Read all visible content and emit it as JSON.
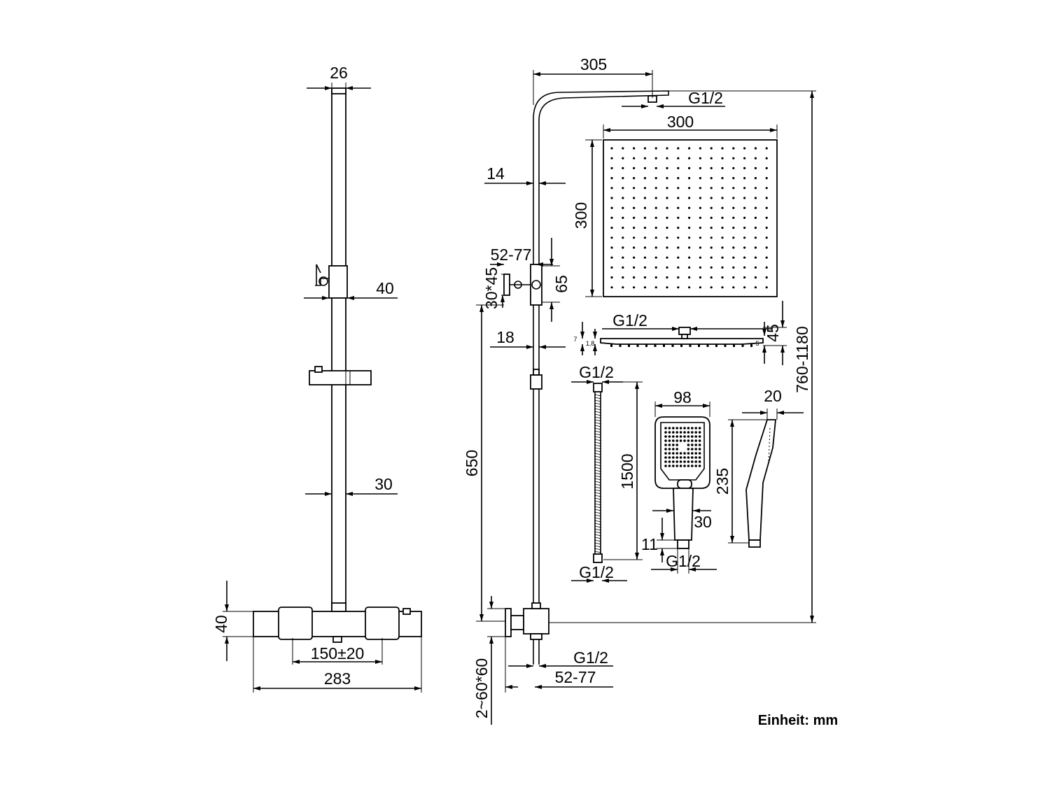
{
  "dimensions": {
    "front_bar_top": "26",
    "front_slider_width": "40",
    "front_pipe_width": "30",
    "front_mixer_height": "40",
    "front_mixer_spacing": "150±20",
    "front_mixer_width": "283",
    "arm_reach": "305",
    "overhead_connection": "G1/2",
    "overhead_width": "300",
    "overhead_height": "300",
    "arm_pipe": "14",
    "bracket_range": "52-77",
    "bracket_plate": "30*45",
    "bracket_height": "65",
    "lower_pipe": "18",
    "overhead_side_connection": "G1/2",
    "overhead_side_thickness": "45",
    "overhead_side_a": "7",
    "overhead_side_b": "1,8",
    "overhead_side_c": "5",
    "total_height": "760-1180",
    "hose_top": "G1/2",
    "hose_length": "1500",
    "hose_bottom": "G1/2",
    "hand_width": "98",
    "hand_side_width": "20",
    "hand_length": "235",
    "hand_handle": "30",
    "hand_thread": "11",
    "hand_connection": "G1/2",
    "inlet_height": "650",
    "inlet_connection": "G1/2",
    "inlet_distance": "52-77",
    "wall_plate": "2~60*60"
  },
  "footer": {
    "unit_note": "Einheit: mm"
  },
  "colors": {
    "line": "#000000",
    "unit_note": "#1f5a9c"
  }
}
